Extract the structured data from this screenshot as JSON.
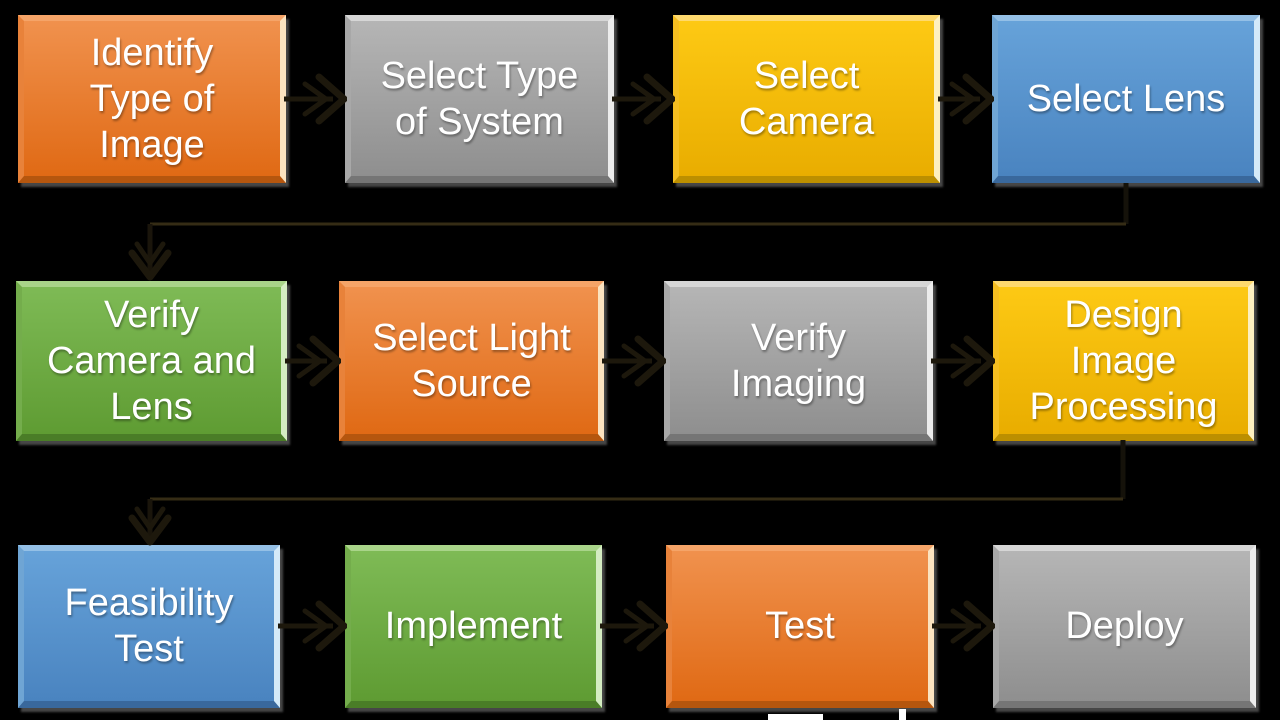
{
  "page": {
    "background": "#000000",
    "description": "Flowchart of a machine vision system design process, 12 beveled gradient boxes in 3 rows connected by black arrows on a black background"
  },
  "flowchart": {
    "text_color": "#ffffff",
    "arrow_color": "#1d180c",
    "connector_line_color": "#352c15",
    "steps": [
      {
        "label": "Identify Type of Image",
        "lines": [
          "Identify",
          "Type of",
          "Image"
        ],
        "theme": "orange",
        "row": 0,
        "col": 0
      },
      {
        "label": "Select Type of System",
        "lines": [
          "Select Type",
          "of System"
        ],
        "theme": "gray",
        "row": 0,
        "col": 1
      },
      {
        "label": "Select Camera",
        "lines": [
          "Select",
          "Camera"
        ],
        "theme": "gold",
        "row": 0,
        "col": 2
      },
      {
        "label": "Select Lens",
        "lines": [
          "Select Lens"
        ],
        "theme": "blue",
        "row": 0,
        "col": 3
      },
      {
        "label": "Verify Camera and Lens",
        "lines": [
          "Verify",
          "Camera and",
          "Lens"
        ],
        "theme": "green",
        "row": 1,
        "col": 0
      },
      {
        "label": "Select Light Source",
        "lines": [
          "Select Light",
          "Source"
        ],
        "theme": "orange",
        "row": 1,
        "col": 1
      },
      {
        "label": "Verify Imaging",
        "lines": [
          "Verify",
          "Imaging"
        ],
        "theme": "gray",
        "row": 1,
        "col": 2
      },
      {
        "label": "Design Image Processing",
        "lines": [
          "Design",
          "Image",
          "Processing"
        ],
        "theme": "gold",
        "row": 1,
        "col": 3
      },
      {
        "label": "Feasibility Test",
        "lines": [
          "Feasibility",
          "Test"
        ],
        "theme": "blue",
        "row": 2,
        "col": 0
      },
      {
        "label": "Implement",
        "lines": [
          "Implement"
        ],
        "theme": "green",
        "row": 2,
        "col": 1
      },
      {
        "label": "Test",
        "lines": [
          "Test"
        ],
        "theme": "orange",
        "row": 2,
        "col": 2
      },
      {
        "label": "Deploy",
        "lines": [
          "Deploy"
        ],
        "theme": "gray",
        "row": 2,
        "col": 3
      }
    ],
    "flow_order": [
      "Identify Type of Image",
      "Select Type of System",
      "Select Camera",
      "Select Lens",
      "Verify Camera and Lens",
      "Select Light Source",
      "Verify Imaging",
      "Design Image Processing",
      "Feasibility Test",
      "Implement",
      "Test",
      "Deploy"
    ],
    "themes": {
      "orange": {
        "face_top": "#f0914d",
        "face_bottom": "#e06a15",
        "bevel_top": "#f5a468",
        "bevel_left": "#e8823a",
        "bevel_right": "#fbe3c0",
        "bevel_bottom": "#b5560e"
      },
      "gray": {
        "face_top": "#b5b5b5",
        "face_bottom": "#8f8f8f",
        "bevel_top": "#d6d6d6",
        "bevel_left": "#a8a8a8",
        "bevel_right": "#ececec",
        "bevel_bottom": "#757575"
      },
      "gold": {
        "face_top": "#fdc914",
        "face_bottom": "#e9ad00",
        "bevel_top": "#fed96e",
        "bevel_left": "#f4bd20",
        "bevel_right": "#fdf0c0",
        "bevel_bottom": "#bc8f00"
      },
      "blue": {
        "face_top": "#66a2d9",
        "face_bottom": "#4a84c0",
        "bevel_top": "#94c0e6",
        "bevel_left": "#6fa5d4",
        "bevel_right": "#d4eaf8",
        "bevel_bottom": "#39689c"
      },
      "green": {
        "face_top": "#7eba55",
        "face_bottom": "#5f9c33",
        "bevel_top": "#a9d489",
        "bevel_left": "#74ad4c",
        "bevel_right": "#d4ecc2",
        "bevel_bottom": "#4a7d27"
      }
    },
    "artifact_color": "#ffffff"
  }
}
